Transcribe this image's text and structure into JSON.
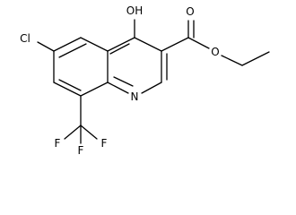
{
  "molecule": {
    "atom_labels": {
      "chlorine": "Cl",
      "hydroxyl": "OH",
      "ester_carbonyl_oxygen": "O",
      "ester_ether_oxygen": "O",
      "ring_nitrogen": "N",
      "fluorine_top": "F",
      "fluorine_left": "F",
      "fluorine_right": "F"
    },
    "colors": {
      "bond": "#000000",
      "label": "#000000",
      "background": "#ffffff"
    }
  }
}
